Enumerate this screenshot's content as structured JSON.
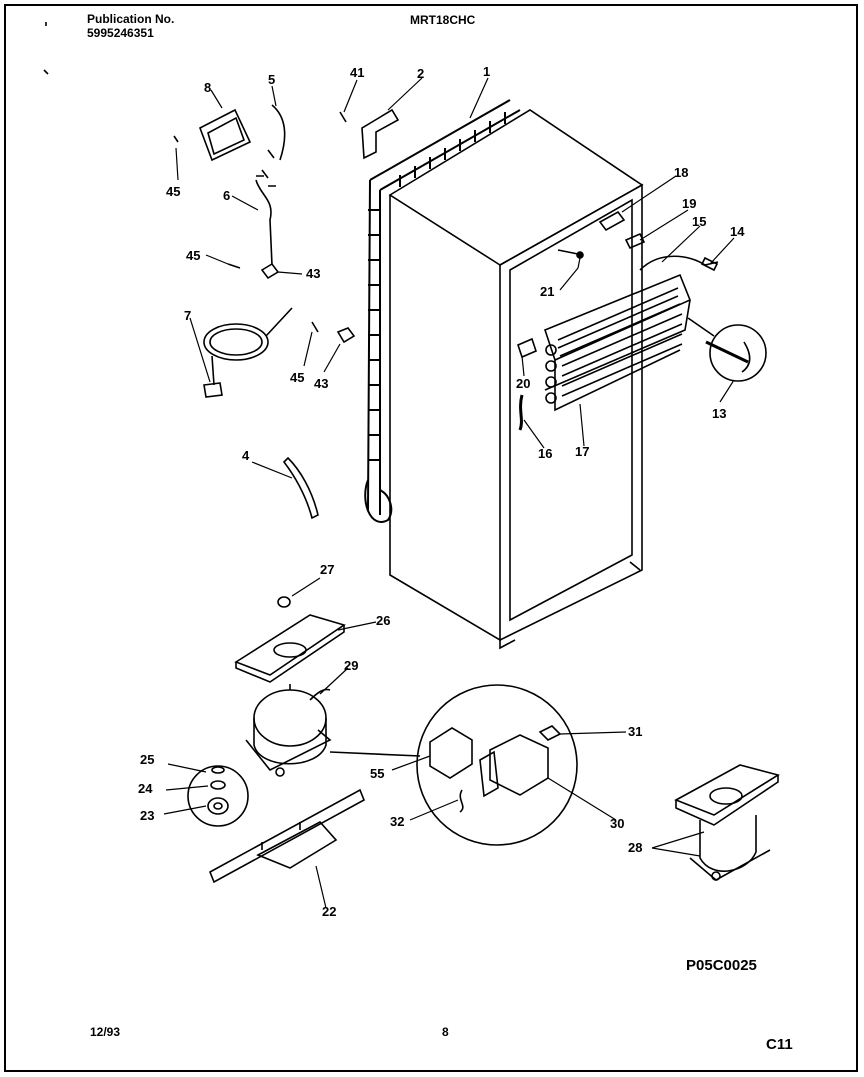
{
  "header": {
    "publication_label": "Publication No.",
    "publication_number": "5995246351",
    "model": "MRT18CHC"
  },
  "footer": {
    "date": "12/93",
    "page": "8",
    "section": "C11"
  },
  "figure_code": "P05C0025",
  "callouts": {
    "c1": "1",
    "c2": "2",
    "c4": "4",
    "c5": "5",
    "c6": "6",
    "c7": "7",
    "c8": "8",
    "c13": "13",
    "c14": "14",
    "c15": "15",
    "c16": "16",
    "c17": "17",
    "c18": "18",
    "c19": "19",
    "c20": "20",
    "c21": "21",
    "c22": "22",
    "c23": "23",
    "c24": "24",
    "c25": "25",
    "c26": "26",
    "c27": "27",
    "c28": "28",
    "c29": "29",
    "c30": "30",
    "c31": "31",
    "c32": "32",
    "c41": "41",
    "c43a": "43",
    "c43b": "43",
    "c45a": "45",
    "c45b": "45",
    "c45c": "45",
    "c55": "55"
  }
}
